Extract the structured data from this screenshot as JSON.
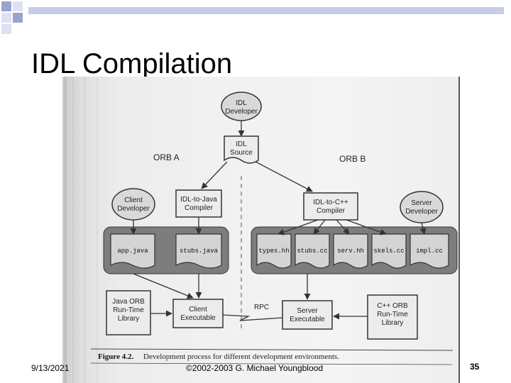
{
  "slide": {
    "title": "IDL Compilation",
    "date": "9/13/2021",
    "copyright": "©2002-2003 G. Michael Youngblood",
    "page_number": "35"
  },
  "theme": {
    "header_bar_color": "#c7cde8",
    "square_dark": "#9aa3cf",
    "square_light": "#dde1f1"
  },
  "figure": {
    "developer_idl": "IDL\nDeveloper",
    "idl_source": "IDL\nSource",
    "orb_a": "ORB A",
    "orb_b": "ORB B",
    "client_developer": "Client\nDeveloper",
    "idl_to_java": "IDL-to-Java\nCompiler",
    "idl_to_cpp": "IDL-to-C++\nCompiler",
    "server_developer": "Server\nDeveloper",
    "files_a": [
      "app.java",
      "stubs.java"
    ],
    "files_b": [
      "types.hh",
      "stubs.cc",
      "serv.hh",
      "skels.cc",
      "impl.cc"
    ],
    "java_orb": "Java ORB\nRun-Time\nLibrary",
    "client_exec": "Client\nExecutable",
    "rpc": "RPC",
    "server_exec": "Server\nExecutable",
    "cpp_orb": "C++ ORB\nRun-Time\nLibrary",
    "caption_label": "Figure 4.2.",
    "caption_text": "Development process for different development environments."
  }
}
